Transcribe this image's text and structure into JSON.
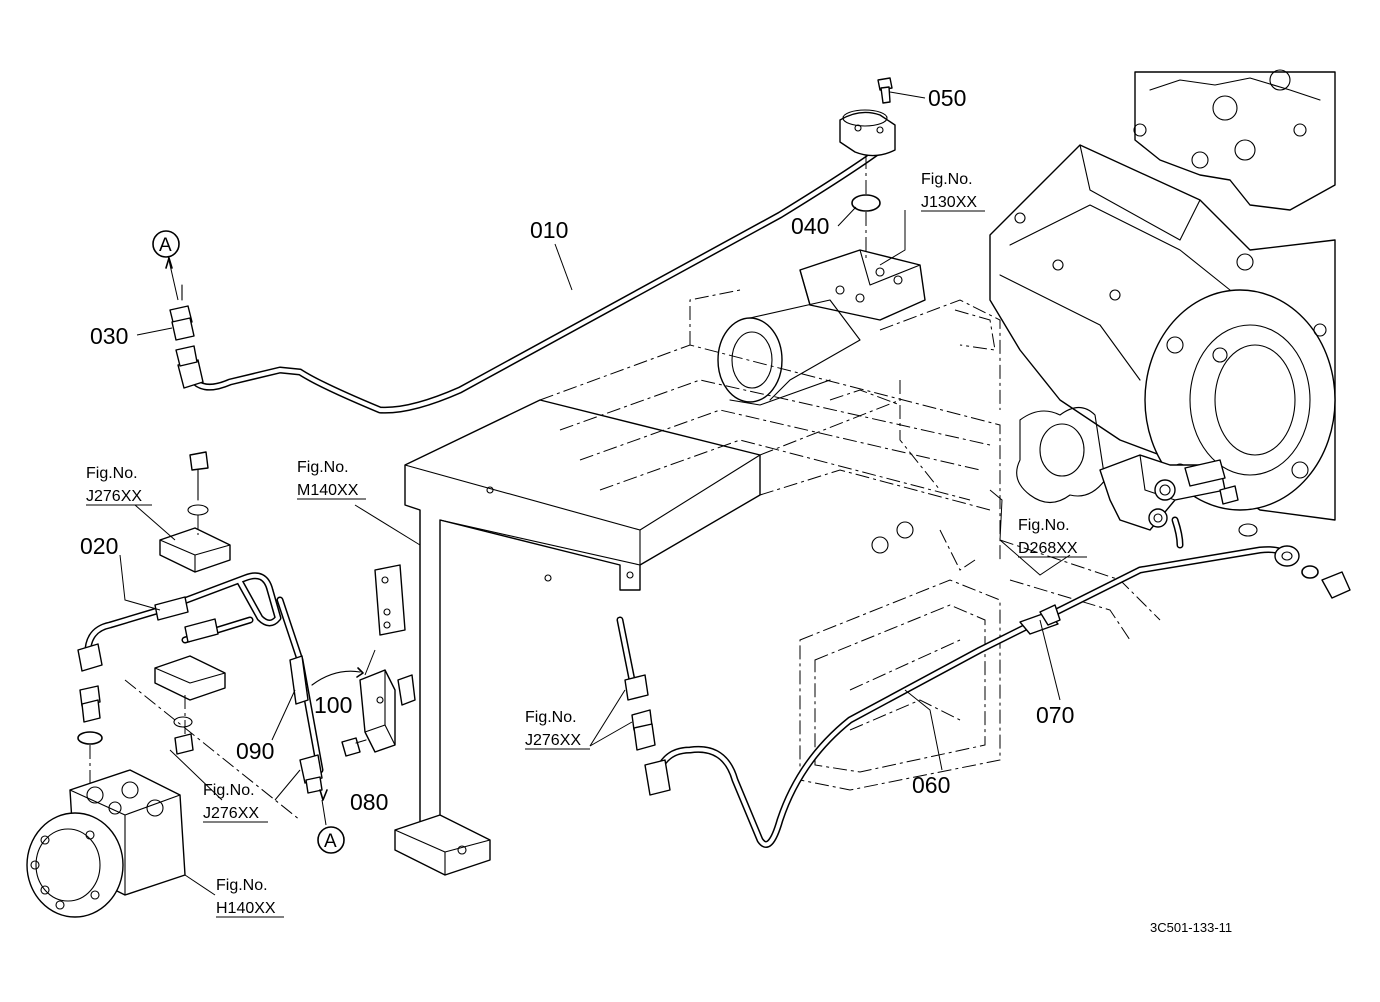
{
  "parts": {
    "p010": "010",
    "p020": "020",
    "p030": "030",
    "p040": "040",
    "p050": "050",
    "p060": "060",
    "p070": "070",
    "p080": "080",
    "p090": "090",
    "p100": "100"
  },
  "callouts": {
    "a_top": "A",
    "a_bottom": "A"
  },
  "figure_refs": {
    "label": "Fig.No.",
    "j130": "J130XX",
    "j276_top": "J276XX",
    "m140": "M140XX",
    "d268": "D268XX",
    "j276_mid": "J276XX",
    "j276_right": "J276XX",
    "h140": "H140XX"
  },
  "drawing_code": "3C501-133-11"
}
